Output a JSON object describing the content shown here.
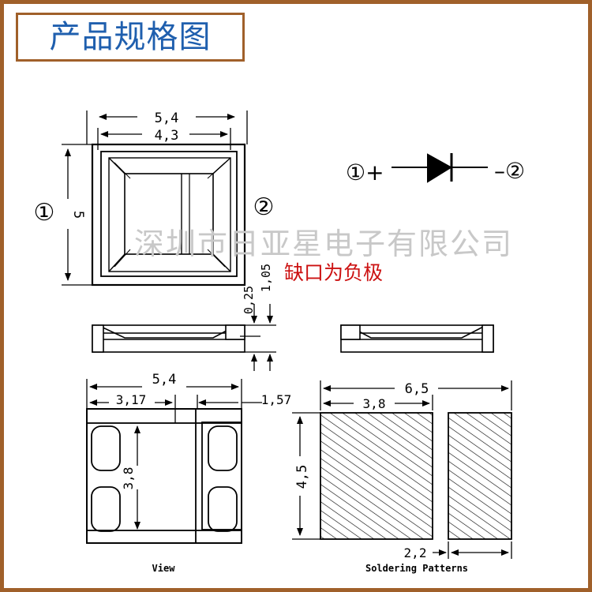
{
  "title": "产品规格图",
  "watermark": "深圳市日亚星电子有限公司",
  "note": "缺口为负极",
  "pins": {
    "pin1": "①",
    "pin2": "②"
  },
  "symbol": {
    "plus": "①+",
    "minus": "–②"
  },
  "dims": {
    "top_width": "5,4",
    "top_inner": "4,3",
    "height": "5",
    "t1": "0,25",
    "t2": "1,05",
    "view_width": "5,4",
    "view_left": "3,17",
    "view_right": "1,57",
    "view_height": "3,8",
    "pad_width": "6,5",
    "pad_left": "3,8",
    "pad_height": "4,5",
    "pad_gap": "2,2"
  },
  "captions": {
    "view": "View",
    "soldering": "Soldering Patterns"
  },
  "colors": {
    "frame": "#a0602a",
    "title": "#1f5fae",
    "note": "#cc1111",
    "watermark": "#c8c8c8"
  }
}
